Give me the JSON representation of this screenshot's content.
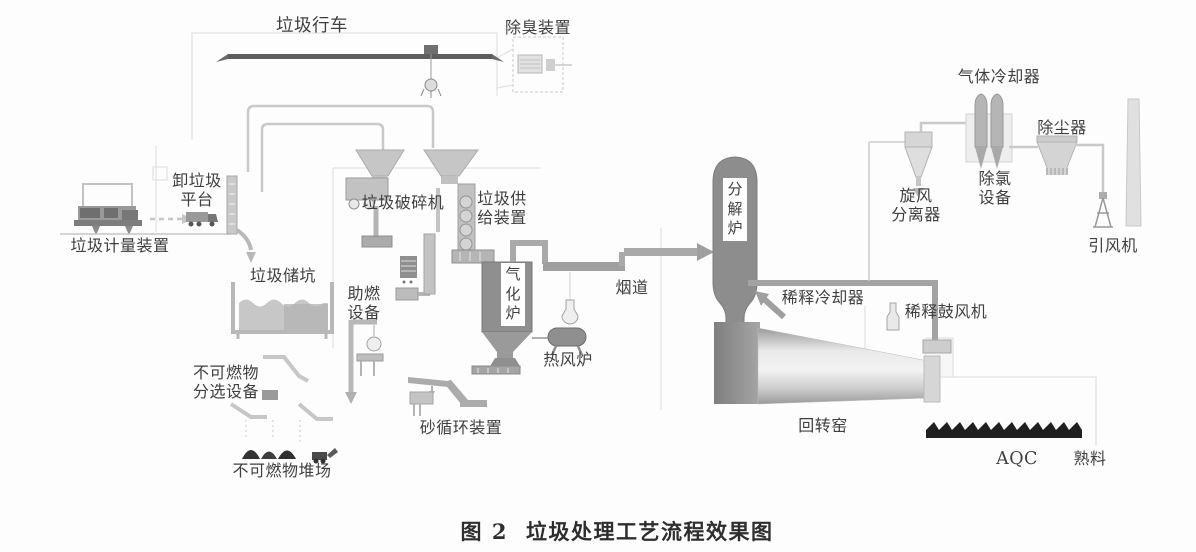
{
  "figure": {
    "type": "process-flow-diagram",
    "caption_prefix": "图 2",
    "caption_title": "垃圾处理工艺流程效果图"
  },
  "palette": {
    "ink": "#3f3f3f",
    "equipment_gray": "#a9a9a9",
    "light_outline": "#e3e3e3",
    "dark_fill": "#1f1f1f",
    "background": "#fdfdfd"
  },
  "labels": {
    "crane": "垃圾行车",
    "deodorizer": "除臭装置",
    "weighing": "垃圾计量装置",
    "unload_platform": "卸垃圾\n平台",
    "storage_pit": "垃圾储坑",
    "crusher": "垃圾破碎机",
    "feeder": "垃圾供\n给装置",
    "combustion_aid": "助燃\n设备",
    "gasifier": "气\n化\n炉",
    "flue": "烟道",
    "hot_air_furnace": "热风炉",
    "noncombustible_sorting": "不可燃物\n分选设备",
    "noncombustible_yard": "不可燃物堆场",
    "sand_circulation": "砂循环装置",
    "decomposition_furnace": "分\n解\n炉",
    "dilution_cooler": "稀释冷却器",
    "dilution_blower": "稀释鼓风机",
    "cyclone_separator": "旋风\n分离器",
    "gas_cooler": "气体冷却器",
    "dechlorination": "除氯\n设备",
    "dust_collector": "除尘器",
    "id_fan": "引风机",
    "rotary_kiln": "回转窑",
    "aqc": "AQC",
    "clinker": "熟料"
  }
}
